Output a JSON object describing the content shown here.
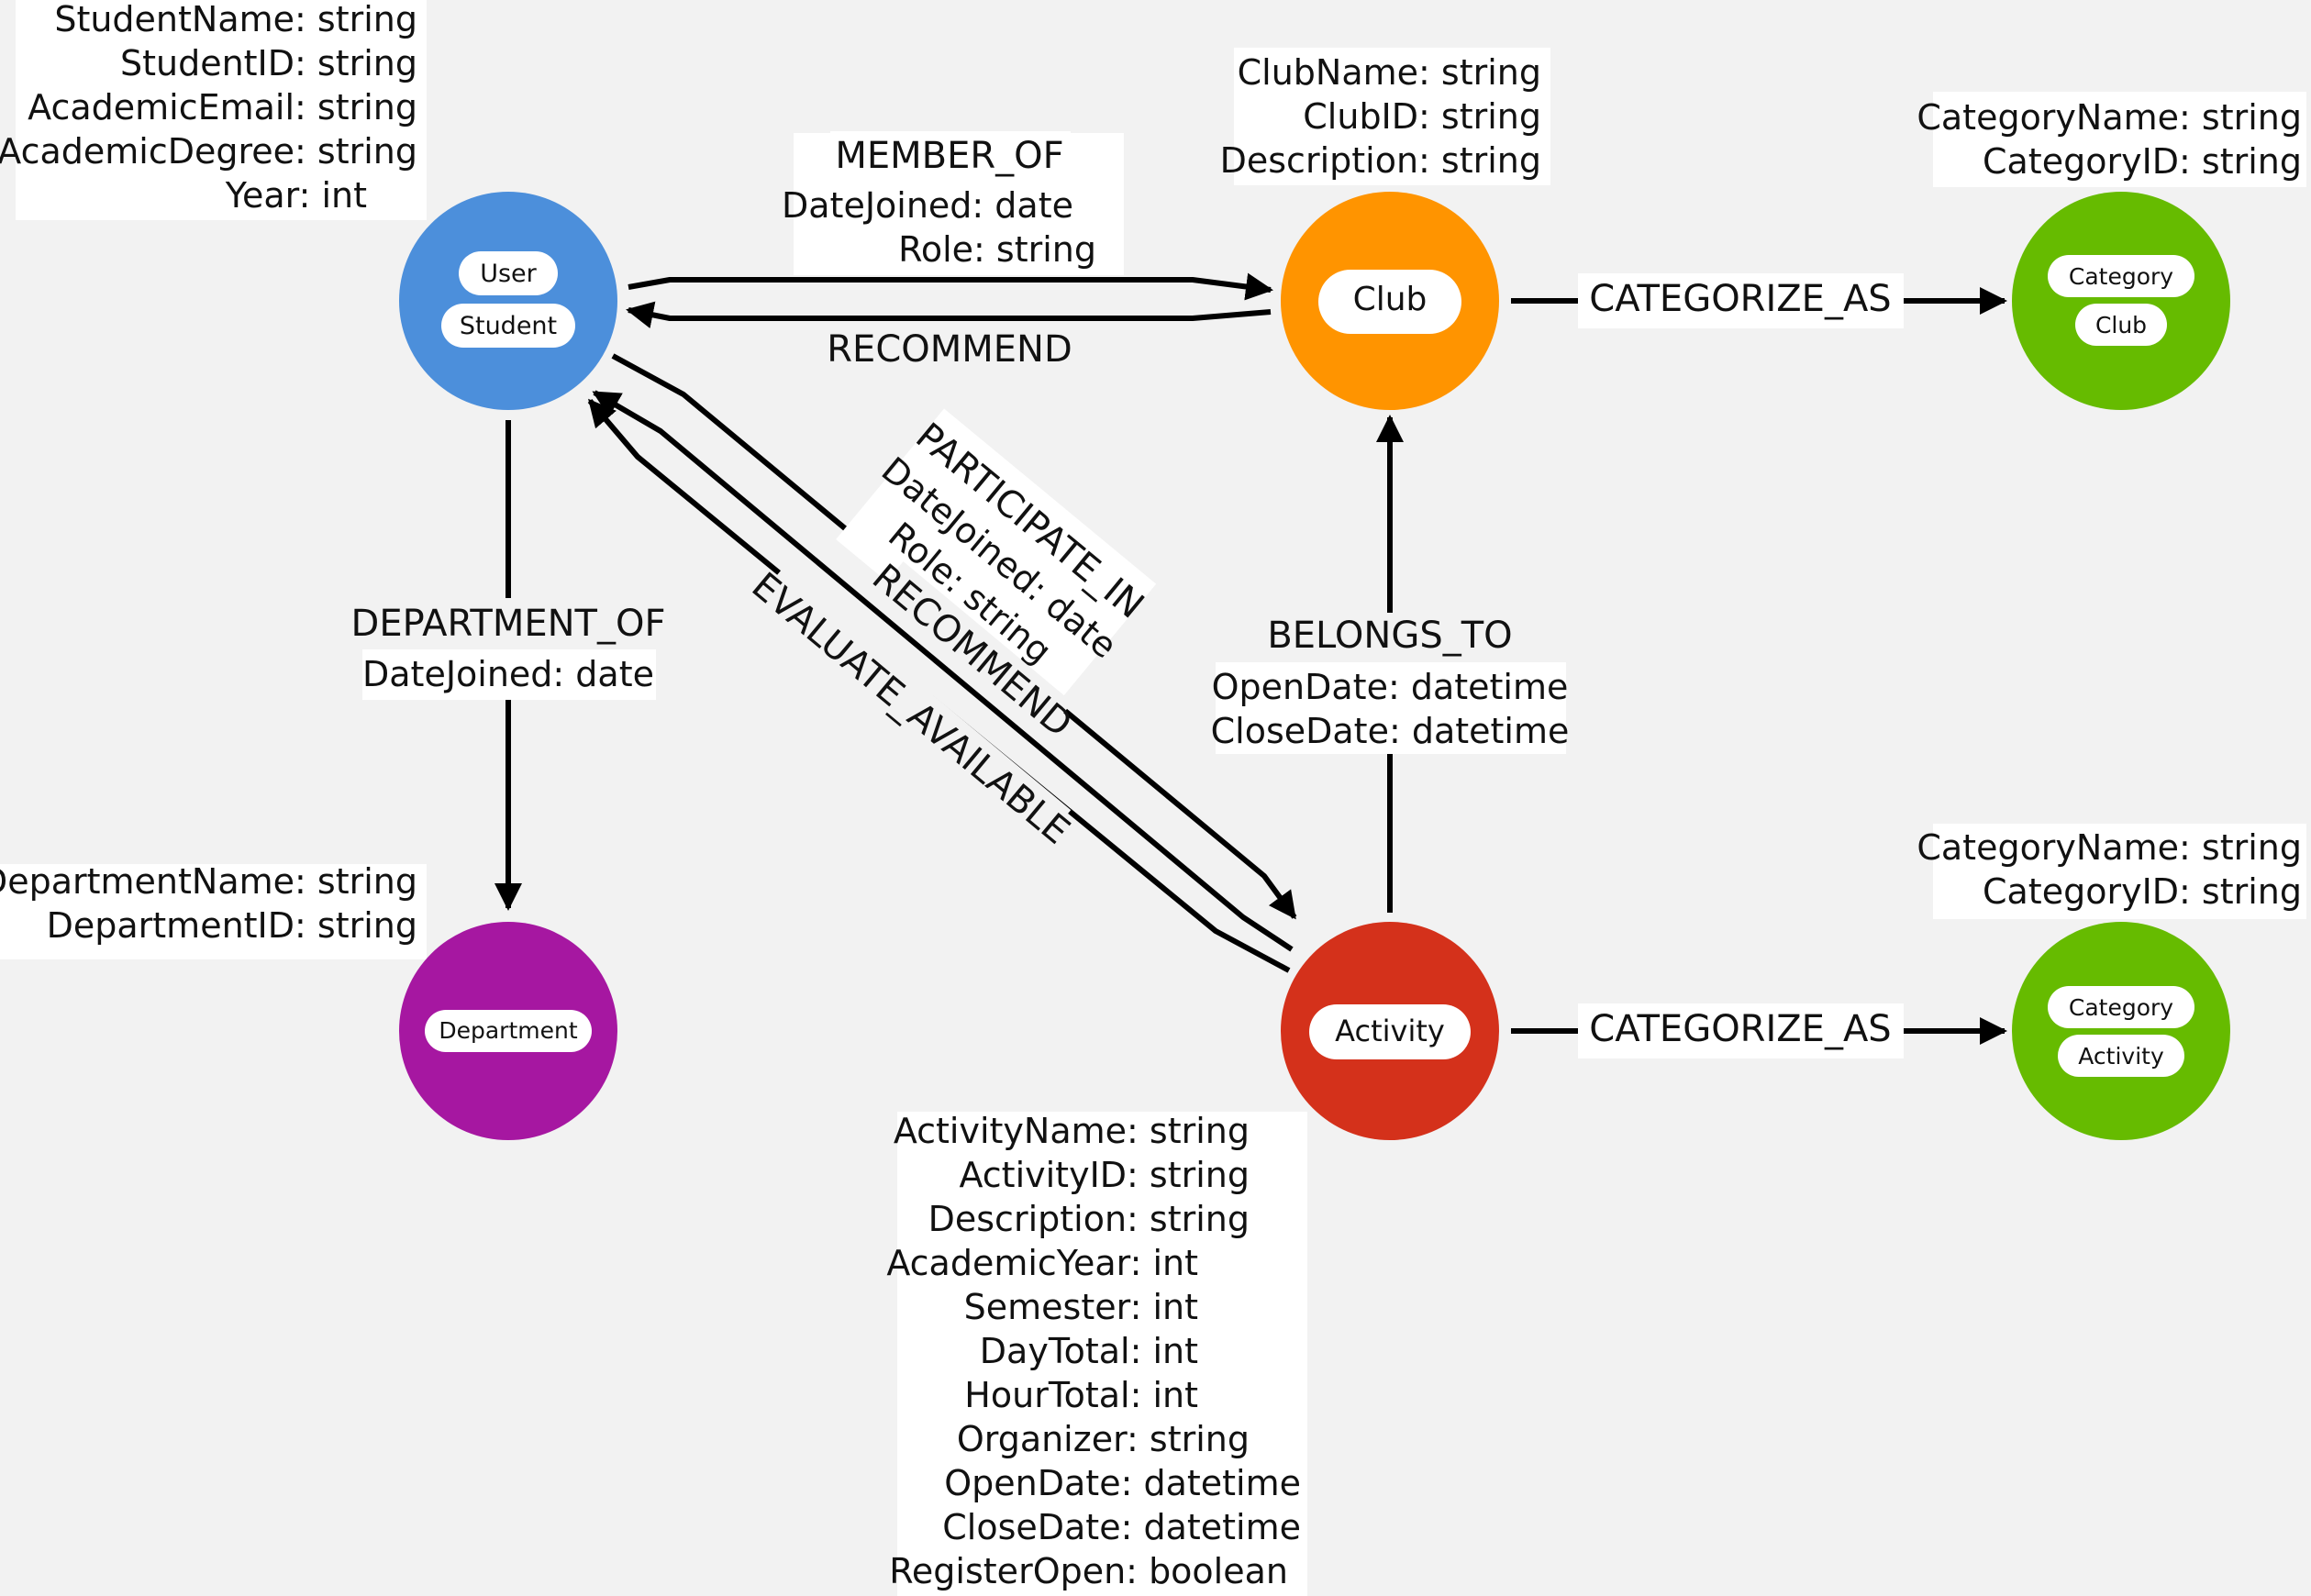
{
  "colors": {
    "background": "#f2f2f2",
    "user": "#4c8fdb",
    "club": "#ff9400",
    "category": "#66bb00",
    "department": "#a617a1",
    "activity": "#d4311b"
  },
  "nodes": {
    "user": {
      "labels": [
        "User",
        "Student"
      ]
    },
    "club": {
      "labels": [
        "Club"
      ]
    },
    "category_club": {
      "labels": [
        "Category",
        "Club"
      ]
    },
    "department": {
      "labels": [
        "Department"
      ]
    },
    "activity": {
      "labels": [
        "Activity"
      ]
    },
    "category_activity": {
      "labels": [
        "Category",
        "Activity"
      ]
    }
  },
  "properties": {
    "user": [
      "StudentName: string",
      "StudentID: string",
      "AcademicEmail: string",
      "AcademicDegree: string",
      "Year: int"
    ],
    "club": [
      "ClubName: string",
      "ClubID: string",
      "Description: string"
    ],
    "category_club": [
      "CategoryName: string",
      "CategoryID: string"
    ],
    "department": [
      "DepartmentName: string",
      "DepartmentID: string"
    ],
    "category_activity": [
      "CategoryName: string",
      "CategoryID: string"
    ],
    "activity": [
      "ActivityName: string",
      "ActivityID: string",
      "Description: string",
      "AcademicYear: int",
      "Semester: int",
      "DayTotal: int",
      "HourTotal: int",
      "Organizer: string",
      "OpenDate: datetime",
      "CloseDate: datetime",
      "RegisterOpen: boolean"
    ]
  },
  "relationships": {
    "member_of": [
      "MEMBER_OF",
      "DateJoined: date",
      "Role: string"
    ],
    "recommend_club": [
      "RECOMMEND"
    ],
    "categorize_club": [
      "CATEGORIZE_AS"
    ],
    "department_of": [
      "DEPARTMENT_OF",
      "DateJoined: date"
    ],
    "belongs_to": [
      "BELONGS_TO",
      "OpenDate: datetime",
      "CloseDate: datetime"
    ],
    "categorize_activity": [
      "CATEGORIZE_AS"
    ],
    "participate_in": [
      "PARTICIPATE_IN",
      "DateJoined: date",
      "Role: string"
    ],
    "recommend_activity": [
      "RECOMMEND"
    ],
    "evaluate_available": [
      "EVALUATE_AVAILABLE"
    ]
  }
}
